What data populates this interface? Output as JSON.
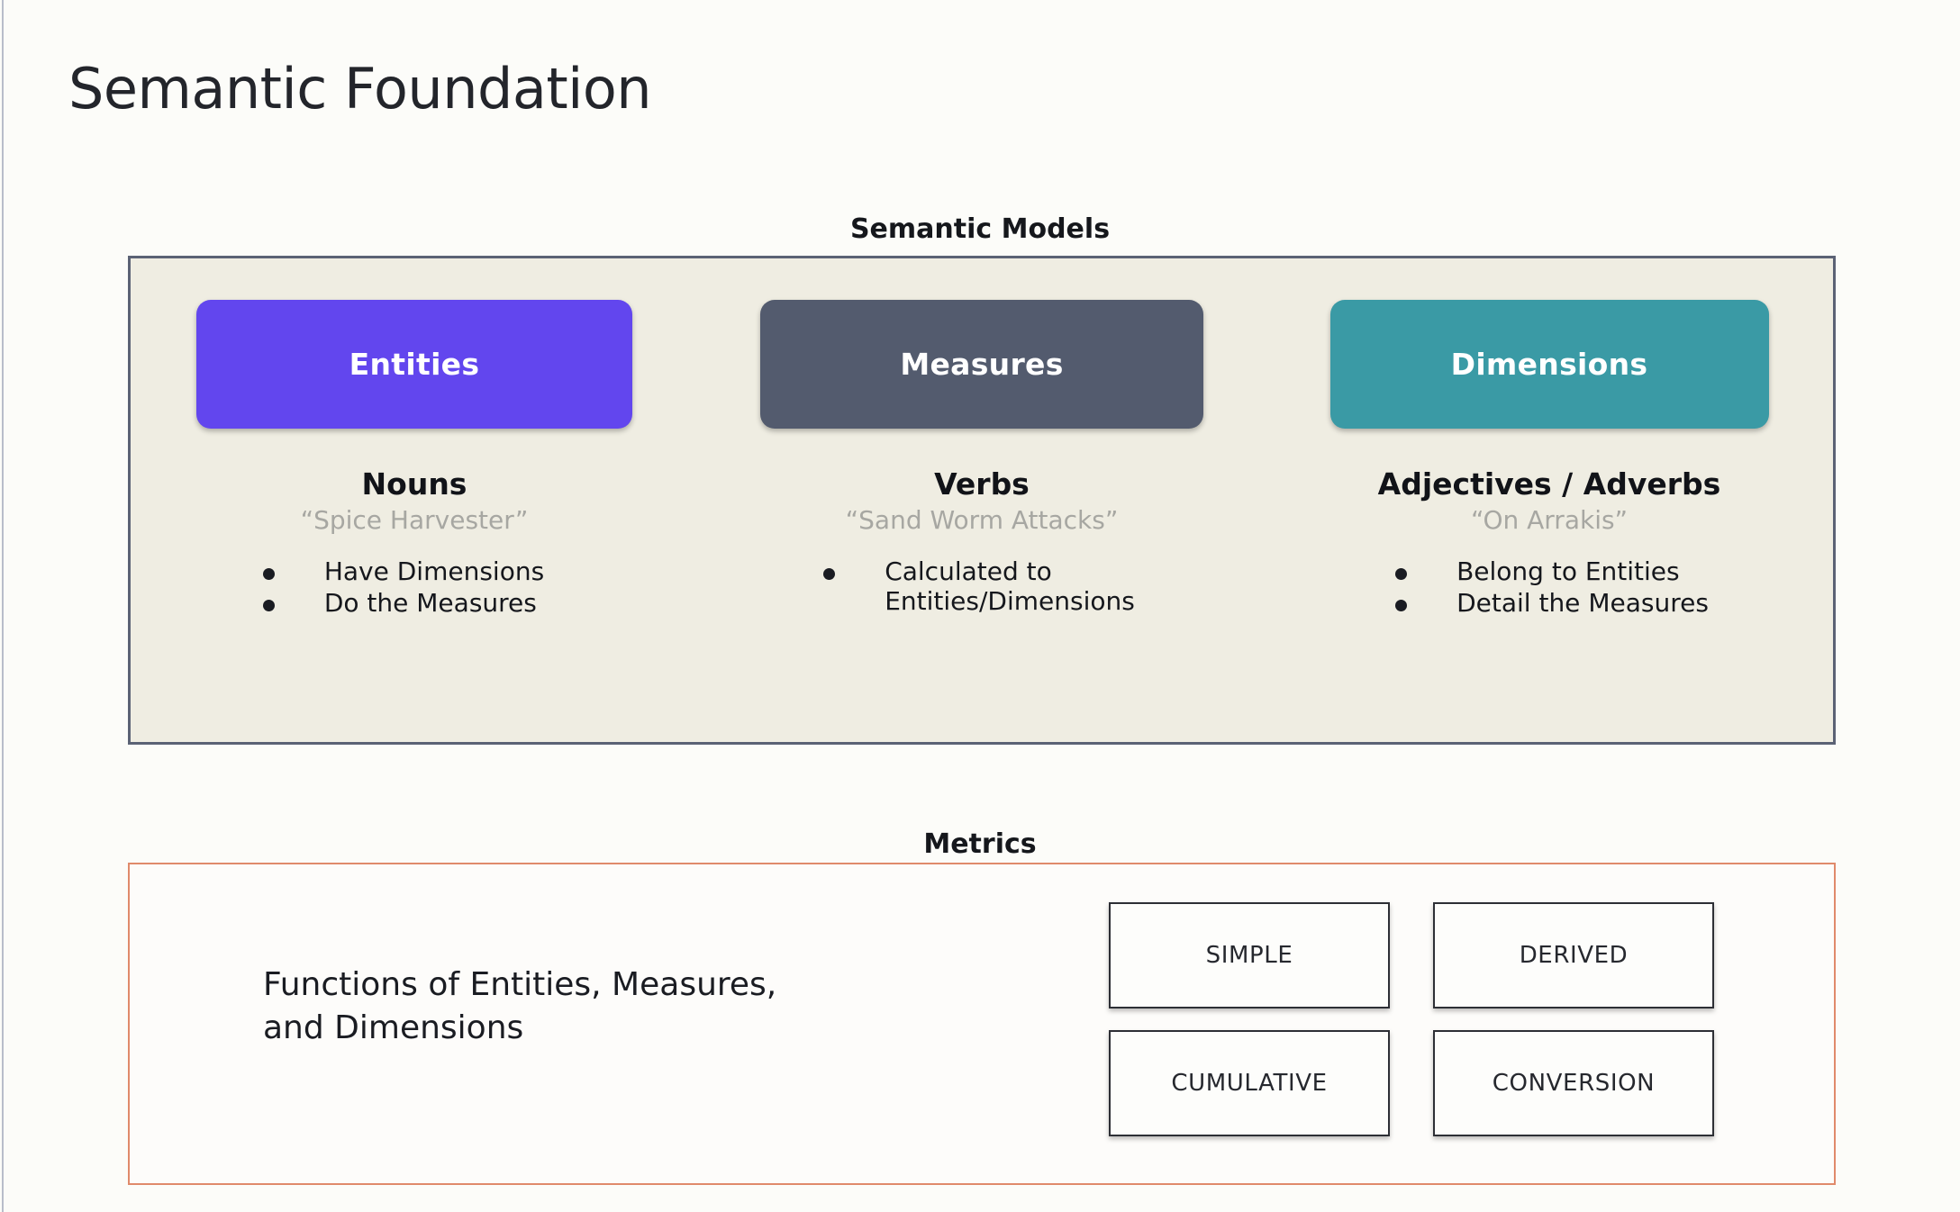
{
  "page": {
    "title": "Semantic Foundation",
    "background_color": "#fcfcf9"
  },
  "semantic_models": {
    "caption": "Semantic Models",
    "panel_bg": "#efede2",
    "panel_border": "#5b6275",
    "columns": [
      {
        "pill_label": "Entities",
        "pill_color": "#6246ee",
        "part_of_speech": "Nouns",
        "example": "“Spice Harvester”",
        "bullets": [
          "Have Dimensions",
          "Do the Measures"
        ]
      },
      {
        "pill_label": "Measures",
        "pill_color": "#535b6e",
        "part_of_speech": "Verbs",
        "example": "“Sand Worm Attacks”",
        "bullets": [
          "Calculated to\nEntities/Dimensions"
        ]
      },
      {
        "pill_label": "Dimensions",
        "pill_color": "#3a9aa5",
        "part_of_speech": "Adjectives / Adverbs",
        "example": "“On Arrakis”",
        "bullets": [
          "Belong to Entities",
          "Detail the Measures"
        ]
      }
    ]
  },
  "metrics": {
    "caption": "Metrics",
    "panel_border": "#e08a6b",
    "description": "Functions of Entities, Measures,\nand Dimensions",
    "types": [
      "SIMPLE",
      "DERIVED",
      "CUMULATIVE",
      "CONVERSION"
    ]
  }
}
